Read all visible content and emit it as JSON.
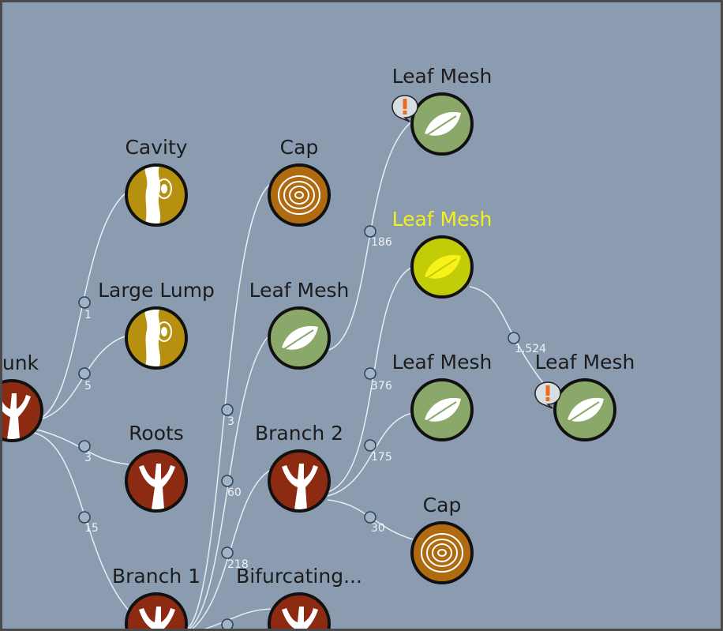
{
  "nodes": {
    "trunk": {
      "label": "Trunk"
    },
    "cavity": {
      "label": "Cavity"
    },
    "large_lump": {
      "label": "Large Lump"
    },
    "roots": {
      "label": "Roots"
    },
    "branch1": {
      "label": "Branch 1"
    },
    "cap1": {
      "label": "Cap"
    },
    "leafmesh1": {
      "label": "Leaf Mesh"
    },
    "branch2": {
      "label": "Branch 2"
    },
    "bifurcating": {
      "label": "Bifurcating..."
    },
    "leafmesh_top": {
      "label": "Leaf Mesh"
    },
    "leafmesh_selected": {
      "label": "Leaf Mesh"
    },
    "leafmesh3": {
      "label": "Leaf Mesh"
    },
    "cap2": {
      "label": "Cap"
    },
    "leafmesh_far": {
      "label": "Leaf Mesh"
    }
  },
  "edges": [
    {
      "label": "1"
    },
    {
      "label": "5"
    },
    {
      "label": "3"
    },
    {
      "label": "15"
    },
    {
      "label": "3"
    },
    {
      "label": "60"
    },
    {
      "label": "218"
    },
    {
      "label": "186"
    },
    {
      "label": "376"
    },
    {
      "label": "175"
    },
    {
      "label": "30"
    },
    {
      "label": "1,524"
    }
  ],
  "colors": {
    "background": "#8b9cb1",
    "wood": "#8c2a12",
    "gold": "#b8900f",
    "ring": "#b06a0f",
    "leaf": "#8aa86a",
    "leaf_selected": "#c3cd07",
    "selected_label": "#f4ef1f",
    "warning": "#f26a12"
  }
}
